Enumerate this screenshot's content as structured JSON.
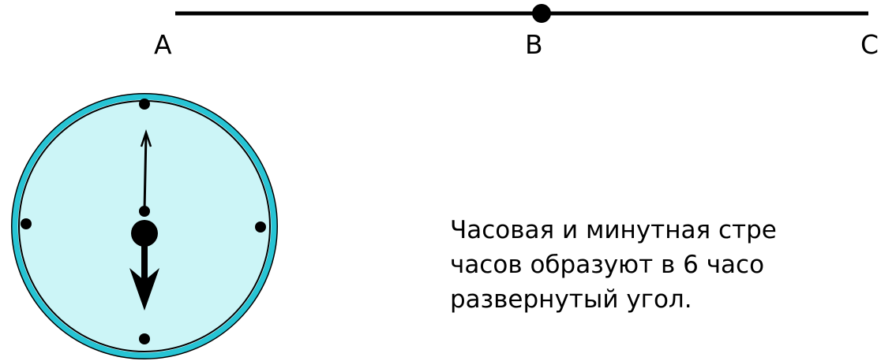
{
  "line": {
    "points": [
      "A",
      "B",
      "C"
    ]
  },
  "caption": {
    "lines": [
      "Часовая и минутная стре",
      "часов образуют в 6 часо",
      "развернутый угол."
    ]
  },
  "colors": {
    "clock_face": "#ccf5f7",
    "clock_rim": "#27c4d4",
    "ink": "#000000"
  }
}
